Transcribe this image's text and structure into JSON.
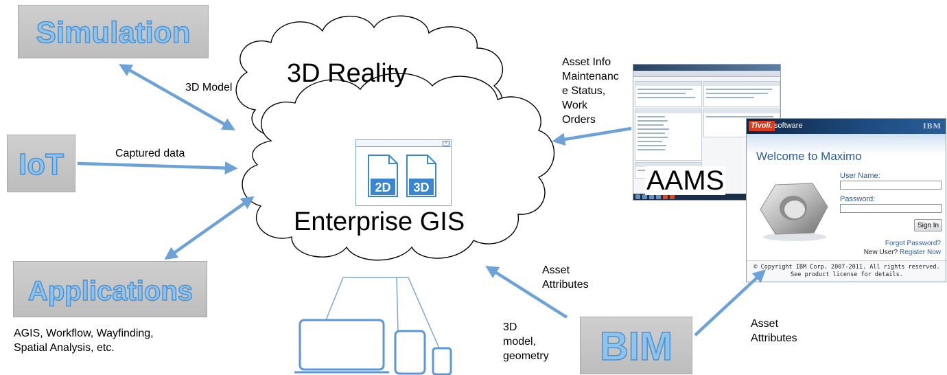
{
  "colors": {
    "arrow": "#6da2d8",
    "box_gray": "#c4c4c4",
    "box_text_fill": "#8fc3ec",
    "box_text_outline": "#4b90cf",
    "file_icon": "#3a86d0",
    "maximo_blue": "#2a5aa0",
    "tivoli_red": "#d93a1e"
  },
  "boxes": {
    "simulation": "Simulation",
    "iot": "IoT",
    "applications": "Applications",
    "bim": "BIM"
  },
  "cloud": {
    "top_label": "3D Reality",
    "main_label": "Enterprise GIS",
    "icon_labels": [
      "2D",
      "3D"
    ]
  },
  "arrow_labels": {
    "model_3d": "3D Model",
    "captured": "Captured data",
    "asset_info": "Asset Info\nMaintenanc\ne Status,\nWork\nOrders",
    "asset_attributes_center": "Asset\nAttributes",
    "model_geometry": "3D\nmodel,\ngeometry",
    "asset_attributes_right": "Asset\nAttributes"
  },
  "applications_note": "AGIS, Workflow, Wayfinding,\nSpatial Analysis, etc.",
  "aams": {
    "label": "AAMS"
  },
  "maximo": {
    "brand": "Tivoli.",
    "brand_suffix": "software",
    "vendor": "IBM",
    "welcome": "Welcome to Maximo",
    "username_label": "User Name:",
    "password_label": "Password:",
    "sign_in": "Sign In",
    "forgot": "Forgot Password?",
    "new_user": "New User?",
    "register": "Register Now",
    "copyright": "© Copyright IBM Corp. 2007-2011. All rights reserved. See product license for details."
  },
  "devices": [
    "laptop-icon",
    "tablet-icon",
    "phone-icon"
  ]
}
